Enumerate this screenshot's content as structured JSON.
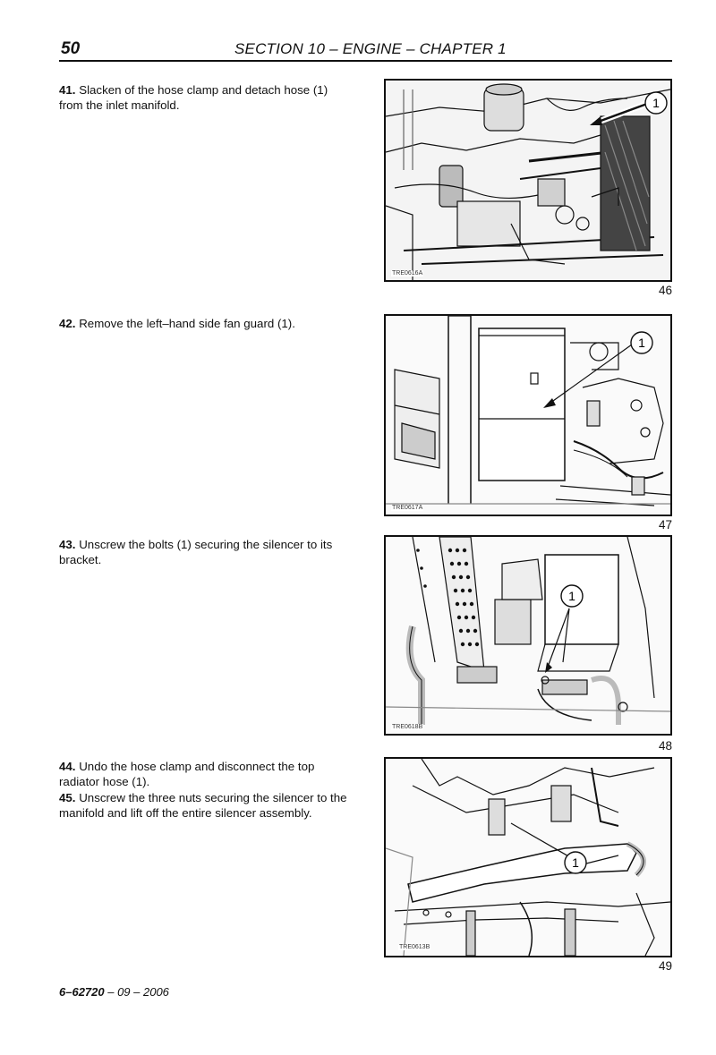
{
  "header": {
    "page_number": "50",
    "section_title": "SECTION 10 – ENGINE – CHAPTER 1"
  },
  "steps": [
    {
      "number": "41.",
      "text": "Slacken of the hose clamp and detach hose (1) from the inlet manifold."
    },
    {
      "number": "42.",
      "text": "Remove the left–hand side fan guard (1)."
    },
    {
      "number": "43.",
      "text": "Unscrew the bolts (1) securing the silencer to its bracket."
    },
    {
      "number": "44.",
      "text": "Undo the hose clamp and disconnect the top radiator hose (1)."
    },
    {
      "number": "45.",
      "text": "Unscrew the three nuts securing the silencer to the manifold and lift off the entire silencer assembly."
    }
  ],
  "figures": [
    {
      "number": "46",
      "ref": "TRE0616A",
      "callout": "1"
    },
    {
      "number": "47",
      "ref": "TRE0617A",
      "callout": "1"
    },
    {
      "number": "48",
      "ref": "TRE0618B",
      "callout": "1"
    },
    {
      "number": "49",
      "ref": "TRE0613B",
      "callout": "1"
    }
  ],
  "footer": {
    "code": "6–62720",
    "date": " – 09 – 2006"
  }
}
